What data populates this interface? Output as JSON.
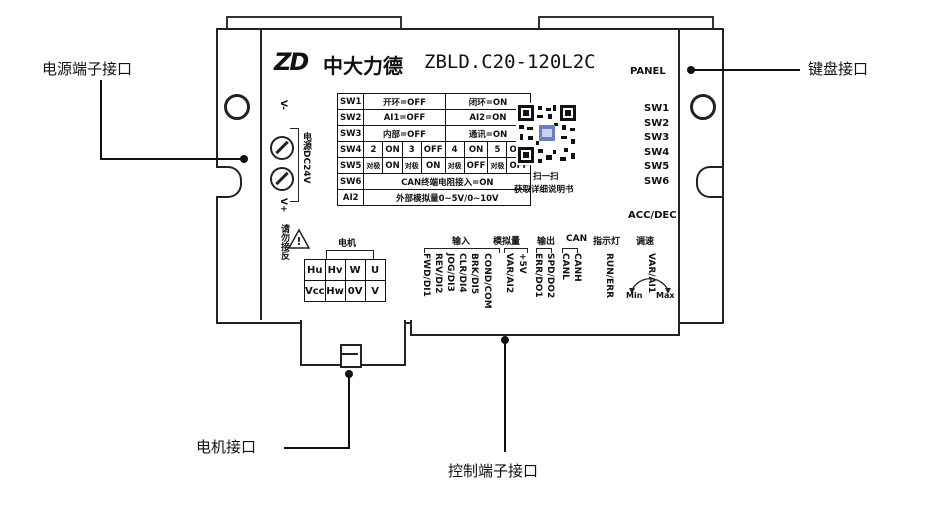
{
  "callouts": {
    "power_terminal": "电源端子接口",
    "keypad_interface": "键盘接口",
    "motor_interface": "电机接口",
    "control_terminal": "控制端子接口"
  },
  "panel": {
    "brand_logo": "ZD",
    "brand_cn": "中大力德",
    "model": "ZBLD.C20-120L2C",
    "panel_label": "PANEL",
    "sw_labels": [
      "SW1",
      "SW2",
      "SW3",
      "SW4",
      "SW5",
      "SW6"
    ],
    "acc_dec": "ACC/DEC",
    "qr_caption_line1": "扫一扫",
    "qr_caption_line2": "获取详细说明书",
    "power_label": "电源DC24V",
    "v_minus": "V-",
    "v_plus": "V+",
    "warning": "请勿接反",
    "motor_title": "电机",
    "motor_row1": [
      "Hu",
      "Hv",
      "W",
      "U"
    ],
    "motor_row2": [
      "Vcc",
      "Hw",
      "0V",
      "V"
    ]
  },
  "switch_table": {
    "rows": [
      {
        "id": "SW1",
        "left": "开环=OFF",
        "right": "闭环=ON"
      },
      {
        "id": "SW2",
        "left": "AI1=OFF",
        "right": "AI2=ON"
      },
      {
        "id": "SW3",
        "left": "内部=OFF",
        "right": "通讯=ON"
      },
      {
        "id": "SW4",
        "cells": [
          "2",
          "ON",
          "3",
          "OFF",
          "4",
          "ON",
          "5",
          "OFF"
        ]
      },
      {
        "id": "SW5",
        "cells": [
          "对极",
          "ON",
          "对极",
          "ON",
          "对极",
          "OFF",
          "对极",
          "OFF"
        ]
      },
      {
        "id": "SW6",
        "span": "CAN终端电阻接入=ON"
      },
      {
        "id": "AI2",
        "span": "外部模拟量0~5V/0~10V"
      }
    ]
  },
  "control_headers": [
    "输入",
    "模拟量",
    "输出",
    "CAN",
    "指示灯",
    "调速"
  ],
  "control_pins": [
    "FWD/DI1",
    "REV/DI2",
    "JOG/DI3",
    "CLR/DI4",
    "BRK/DI5",
    "COND/COM",
    "VAR/AI2",
    "+5V",
    "ERR/DO1",
    "SPD/DO2",
    "CANL",
    "CANH",
    "RUN/ERR",
    "VAR/AI1"
  ],
  "speed_knob": {
    "min": "Min",
    "max": "Max"
  }
}
